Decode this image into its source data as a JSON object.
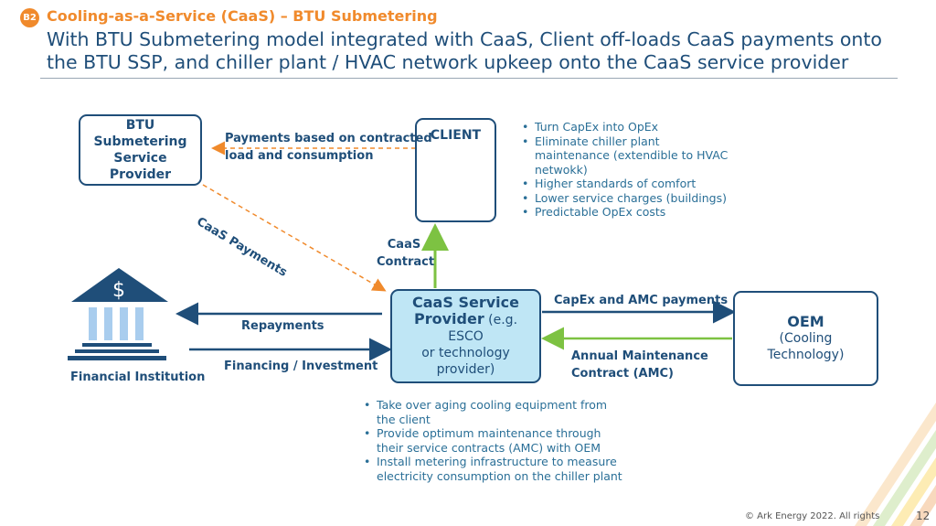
{
  "header": {
    "badge": "B2",
    "kicker": "Cooling-as-a-Service (CaaS) – BTU Submetering",
    "headline": "With BTU Submetering model integrated with CaaS, Client off-loads CaaS payments onto the BTU SSP, and chiller plant / HVAC network upkeep onto the CaaS service provider"
  },
  "nodes": {
    "btu": {
      "line1": "BTU",
      "line2": "Submetering",
      "line3": "Service",
      "line4": "Provider"
    },
    "client": {
      "title": "CLIENT"
    },
    "caas": {
      "line1": "CaaS Service",
      "line2_bold": "Provider",
      "line2_rest": " (e.g.",
      "line3": "ESCO",
      "line4": "or technology",
      "line5": "provider)"
    },
    "oem": {
      "title": "OEM",
      "line2": "(Cooling",
      "line3": "Technology)"
    },
    "financial": {
      "label": "Financial Institution"
    }
  },
  "flows": {
    "payments_line1": "Payments based on contracted",
    "payments_line2": "load and consumption",
    "caas_payments": "CaaS Payments",
    "caas_contract_line1": "CaaS",
    "caas_contract_line2": "Contract",
    "capex_amc": "CapEx and AMC payments",
    "amc_line1": "Annual Maintenance",
    "amc_line2": "Contract (AMC)",
    "repayments": "Repayments",
    "financing": "Financing / Investment"
  },
  "client_benefits": [
    "Turn CapEx into OpEx",
    "Eliminate chiller plant maintenance (extendible to HVAC netwokk)",
    "Higher standards of comfort",
    "Lower service charges (buildings)",
    "Predictable OpEx costs"
  ],
  "provider_benefits": [
    "Take over aging cooling equipment from the client",
    "Provide optimum maintenance through their service contracts (AMC) with OEM",
    "Install metering infrastructure to measure electricity consumption on the chiller plant"
  ],
  "footer": {
    "copyright": "© Ark Energy 2022. All rights",
    "page": "12"
  },
  "colors": {
    "navy": "#1f4e79",
    "orange": "#f08a2c",
    "green": "#7dc242",
    "light_blue": "#bfe6f5"
  },
  "icons": {
    "bank": "bank-icon",
    "building": "building-icon",
    "dollar": "dollar-icon"
  }
}
